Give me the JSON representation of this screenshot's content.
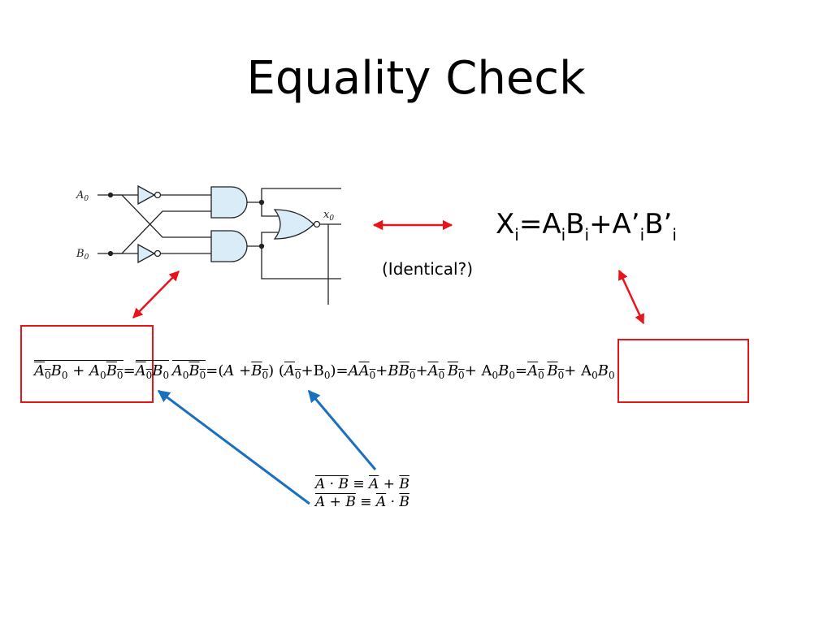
{
  "slide": {
    "title": "Equality Check",
    "identical_label": "(Identical?)"
  },
  "circuit": {
    "input_a": "A",
    "input_a_sub": "0",
    "input_b": "B",
    "input_b_sub": "0",
    "output": "x",
    "output_sub": "0",
    "gate_fill": "#d9ecf8"
  },
  "formula_xi": {
    "x": "X",
    "x_sub": "i",
    "eq": "=A",
    "a_sub": "i",
    "b": "B",
    "b_sub": "i",
    "plus": "+A’",
    "ap_sub": "i",
    "bp": "B’",
    "bp_sub": "i"
  },
  "derivation": {
    "A": "A",
    "B": "B",
    "zero": "0",
    "plus": " + ",
    "plus_tight": "+",
    "eq": "=",
    "B0_text": "B",
    "A0_text": "A"
  },
  "identities": {
    "line1": [
      "A · B",
      " ≡ ",
      "A",
      " + ",
      "B"
    ],
    "line2": [
      "A + B",
      " ≡ ",
      "A",
      " · ",
      "B"
    ]
  },
  "colors": {
    "red": "#e8141c",
    "blue": "#1a6fbf"
  }
}
